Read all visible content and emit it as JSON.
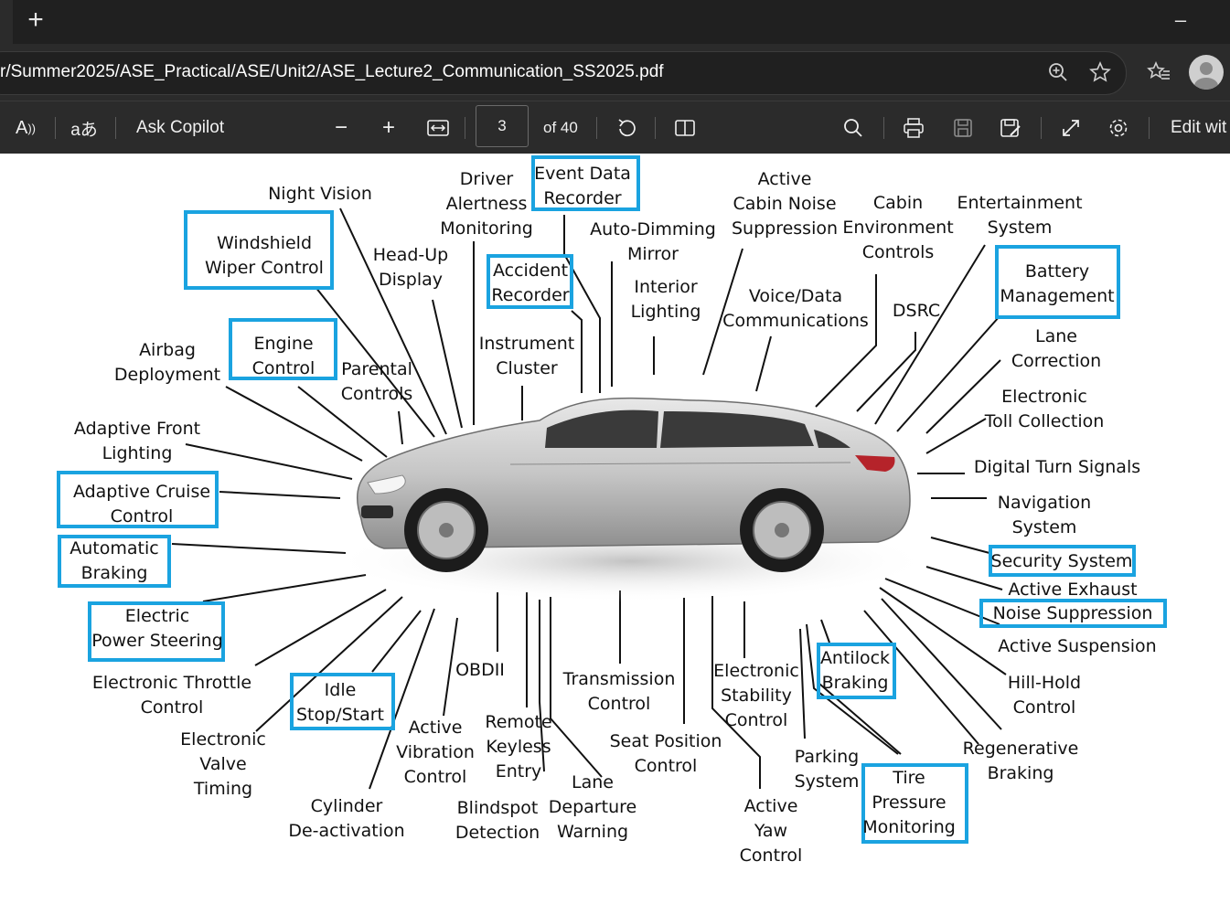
{
  "browser": {
    "url": "r/Summer2025/ASE_Practical/ASE/Unit2/ASE_Lecture2_Communication_SS2025.pdf",
    "icons": [
      "new-tab-icon",
      "minimize-icon",
      "zoom-icon",
      "favorite-star-icon",
      "favorites-list-icon",
      "profile-avatar-icon"
    ]
  },
  "pdf_toolbar": {
    "ask_copilot": "Ask Copilot",
    "page_number": "3",
    "page_total": "of 40",
    "edit_label": "Edit wit",
    "icons": [
      "read-aloud-icon",
      "translate-icon",
      "zoom-out-icon",
      "zoom-in-icon",
      "fit-width-icon",
      "rotate-icon",
      "page-view-icon",
      "search-icon",
      "print-icon",
      "save-icon",
      "save-as-icon",
      "fullscreen-icon",
      "settings-icon"
    ]
  },
  "slide": {
    "accent_color": "#1aa3e0",
    "labels": {
      "night_vision": [
        "Night Vision"
      ],
      "windshield": [
        "Windshield",
        "Wiper Control"
      ],
      "head_up": [
        "Head-Up",
        "Display"
      ],
      "driver_alert": [
        "Driver",
        "Alertness",
        "Monitoring"
      ],
      "event_data": [
        "Event Data",
        "Recorder"
      ],
      "accident": [
        "Accident",
        "Recorder"
      ],
      "auto_dimming": [
        "Auto-Dimming",
        "Mirror"
      ],
      "interior_light": [
        "Interior",
        "Lighting"
      ],
      "active_cabin": [
        "Active",
        "Cabin Noise",
        "Suppression"
      ],
      "cabin_env": [
        "Cabin",
        "Environment",
        "Controls"
      ],
      "entertainment": [
        "Entertainment",
        "System"
      ],
      "battery": [
        "Battery",
        "Management"
      ],
      "voice_data": [
        "Voice/Data",
        "Communications"
      ],
      "dsrc": [
        "DSRC"
      ],
      "lane_correction": [
        "Lane",
        "Correction"
      ],
      "toll": [
        "Electronic",
        "Toll Collection"
      ],
      "digital_turn": [
        "Digital Turn Signals"
      ],
      "navigation": [
        "Navigation",
        "System"
      ],
      "security": [
        "Security System"
      ],
      "active_exhaust": [
        "Active Exhaust"
      ],
      "noise_supp": [
        "Noise Suppression"
      ],
      "active_susp": [
        "Active Suspension"
      ],
      "hill_hold": [
        "Hill-Hold",
        "Control"
      ],
      "regen": [
        "Regenerative",
        "Braking"
      ],
      "tire": [
        "Tire",
        "Pressure",
        "Monitoring"
      ],
      "antilock": [
        "Antilock",
        "Braking"
      ],
      "parking": [
        "Parking",
        "System"
      ],
      "esc": [
        "Electronic",
        "Stability",
        "Control"
      ],
      "active_yaw": [
        "Active",
        "Yaw",
        "Control"
      ],
      "seat": [
        "Seat Position",
        "Control"
      ],
      "transmission": [
        "Transmission",
        "Control"
      ],
      "lane_departure": [
        "Lane",
        "Departure",
        "Warning"
      ],
      "blindspot": [
        "Blindspot",
        "Detection"
      ],
      "remote": [
        "Remote",
        "Keyless",
        "Entry"
      ],
      "obd": [
        "OBDII"
      ],
      "active_vib": [
        "Active",
        "Vibration",
        "Control"
      ],
      "cylinder": [
        "Cylinder",
        "De-activation"
      ],
      "idle": [
        "Idle",
        "Stop/Start"
      ],
      "valve": [
        "Electronic",
        "Valve",
        "Timing"
      ],
      "throttle": [
        "Electronic Throttle",
        "Control"
      ],
      "eps": [
        "Electric",
        "Power Steering"
      ],
      "auto_brake": [
        "Automatic",
        "Braking"
      ],
      "acc": [
        "Adaptive Cruise",
        "Control"
      ],
      "afl": [
        "Adaptive Front",
        "Lighting"
      ],
      "airbag": [
        "Airbag",
        "Deployment"
      ],
      "engine": [
        "Engine",
        "Control"
      ],
      "parental": [
        "Parental",
        "Controls"
      ],
      "instrument": [
        "Instrument",
        "Cluster"
      ]
    }
  }
}
